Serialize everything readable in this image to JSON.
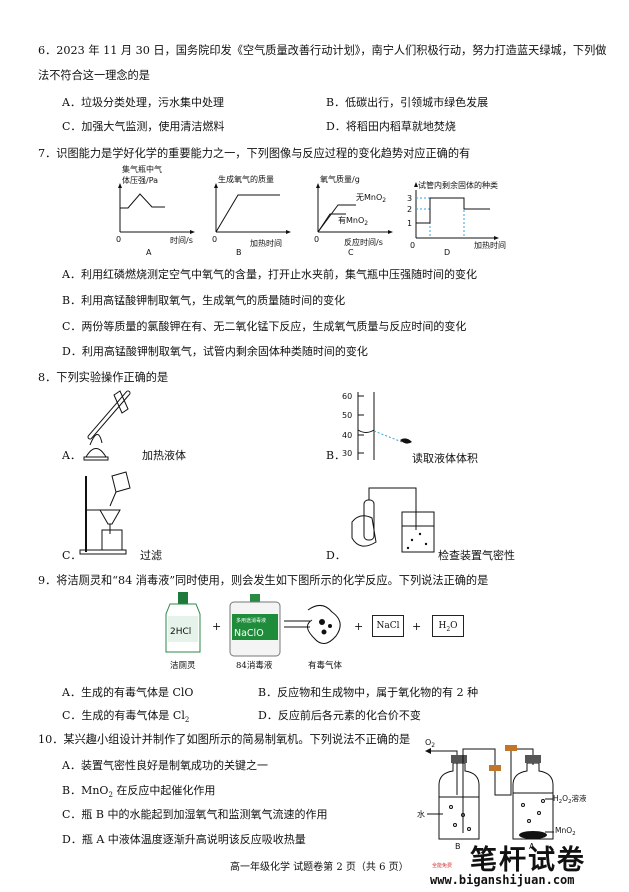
{
  "q6": {
    "stem_line1": "6．2023 年 11 月 30 日，国务院印发《空气质量改善行动计划》，南宁人们积极行动，努力打造蓝天绿城，下列做",
    "stem_line2": "法不符合这一理念的是",
    "A": "A．垃圾分类处理，污水集中处理",
    "B": "B．低碳出行，引领城市绿色发展",
    "C": "C．加强大气监测，使用清洁燃料",
    "D": "D．将稻田内稻草就地焚烧"
  },
  "q7": {
    "stem": "7．识图能力是学好化学的重要能力之一，下列图像与反应过程的变化趋势对应正确的有",
    "graphA": {
      "ylabel1": "集气瓶中气",
      "ylabel2": "体压强/Pa",
      "xlabel": "时间/s",
      "origin": "0",
      "tag": "A"
    },
    "graphB": {
      "ylabel": "生成氧气的质量",
      "xlabel": "加热时间",
      "origin": "0",
      "tag": "B"
    },
    "graphC": {
      "ylabel": "氧气质量/g",
      "line1": "无MnO",
      "line1_sub": "2",
      "line2": "有MnO",
      "line2_sub": "2",
      "xlabel": "反应时间/s",
      "origin": "0",
      "tag": "C"
    },
    "graphD": {
      "ylabel": "试管内剩余固体的种类",
      "ticks": [
        "3",
        "2",
        "1"
      ],
      "origin": "0",
      "xlabel": "加热时间",
      "tag": "D"
    },
    "A": "A．利用红磷燃烧测定空气中氧气的含量，打开止水夹前，集气瓶中压强随时间的变化",
    "B": "B．利用高锰酸钾制取氧气，生成氧气的质量随时间的变化",
    "C": "C．两份等质量的氯酸钾在有、无二氧化锰下反应，生成氧气质量与反应时间的变化",
    "D": "D．利用高锰酸钾制取氧气，试管内剩余固体种类随时间的变化"
  },
  "q8": {
    "stem": "8．下列实验操作正确的是",
    "A_tag": "A．",
    "A_text": "加热液体",
    "B_tag": "B．",
    "B_text": "读取液体体积",
    "B_ticks": [
      "60",
      "50",
      "40",
      "30"
    ],
    "C_tag": "C．",
    "C_text": "过滤",
    "D_tag": "D．",
    "D_text": "检查装置气密性"
  },
  "q9": {
    "stem": "9．将洁厕灵和“84 消毒液”同时使用，则会发生如下图所示的化学反应。下列说法正确的是",
    "bottle1_formula": "2HCl",
    "bottle1_label": "洁厕灵",
    "bottle2_top": "多用途消毒液",
    "bottle2_formula": "NaClO",
    "bottle2_label": "84消毒液",
    "gas_label": "有毒气体",
    "plus": "+",
    "product1": "NaCl",
    "product2": "H",
    "product2_sub": "2",
    "product2_tail": "O",
    "A": "A．生成的有毒气体是 ClO",
    "B": "B．反应物和生成物中，属于氧化物的有 2 种",
    "C": "C．生成的有毒气体是 Cl",
    "C_sub": "2",
    "D": "D．反应前后各元素的化合价不变"
  },
  "q10": {
    "stem": "10．某兴趣小组设计并制作了如图所示的简易制氧机。下列说法不正确的是",
    "A": "A．装置气密性良好是制氧成功的关键之一",
    "B_pre": "B．MnO",
    "B_sub": "2",
    "B_post": " 在反应中起催化作用",
    "C": "C．瓶 B 中的水能起到加湿氧气和监测氧气流速的作用",
    "D": "D．瓶 A 中液体温度逐渐升高说明该反应吸收热量",
    "fig": {
      "o2": "O",
      "o2_sub": "2",
      "water": "水",
      "h2o2": "H",
      "h2o2_mid": "2",
      "h2o2_o": "O",
      "h2o2_sub": "2",
      "h2o2_tail": "溶液",
      "mno2": "MnO",
      "mno2_sub": "2",
      "bottleB": "B",
      "bottleA": "A"
    }
  },
  "footer": "高一年级化学  试题卷第 2 页（共 6 页）",
  "watermark": {
    "cn": "笔杆试卷",
    "url": "www.biganshijuan.com",
    "small": "全能免费"
  }
}
